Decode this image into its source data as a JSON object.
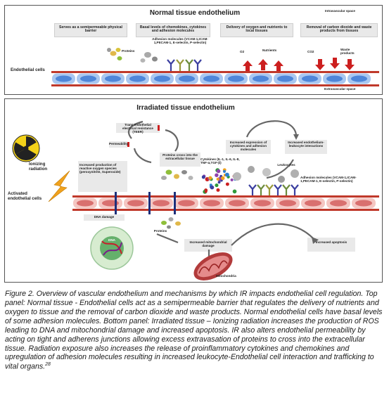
{
  "top_panel": {
    "title": "Normal tissue endothelium",
    "intravascular_label": "Intravascular space",
    "extravascular_label": "Extravascular space",
    "cells_label": "Endothelial cells",
    "boxes": [
      "Serves as a semipermeable physical barrier",
      "Basal levels of chemokines, cytokines and adhesion molecules",
      "Delivery of oxygen and nutrients to local tissues",
      "Removal of carbon dioxide and waste products from tissues"
    ],
    "labels": {
      "proteins": "Proteins",
      "adhesion": "Adhesion molecules (VCAM-1,ICAM-1,PECAM-1, E-selectin, P-selectin)",
      "o2": "O2",
      "nutrients": "Nutrients",
      "co2": "CO2",
      "waste": "Waste products"
    }
  },
  "bottom_panel": {
    "title": "Irradiated tissue endothelium",
    "ionizing": "Ionizing radiation",
    "activated": "Activated endothelial cells",
    "teer": "Trans endothelial electrical resistance (TEER)",
    "permeability": "Permeability",
    "proteins_cross": "Proteins cross into the extracellular tissue",
    "ros": "Increased production of reactive oxygen species (peroxynitrite, Superoxide)",
    "cytokines_expr": "Increased expression of cytokines and adhesion molecules",
    "leukocyte_inter": "Increased endothelium-leukocyte interactions",
    "cytokines": "Cytokines (IL-1, IL-6, IL-8, TNF-α,TGF-β)",
    "leukocytes": "Leukocytes",
    "adhesion": "Adhesion molecules (VCAM-1,ICAM-1,PECAM-1, E-selectin, P-selectin)",
    "dna_damage": "DNA damage",
    "proteins": "Proteins",
    "dna": "DNA",
    "mito_damage": "Increased mitochondrial damage",
    "apoptosis": "Increased apoptosis",
    "mitochondria": "Mitochondria"
  },
  "caption": {
    "text": "Figure 2.  Overview of vascular endothelium and mechanisms by which IR impacts endothelial cell regulation. Top panel: Normal tissue - Endothelial cells act as a semipermeable barrier that regulates the delivery of nutrients and oxygen to tissue and the removal of carbon dioxide and waste products. Normal endothelial cells have basal levels of some adhesion molecules. Bottom panel: Irradiated tissue – Ionizing radiation increases the production of ROS leading to DNA and mitochondrial damage and increased apoptosis. IR also alters endothelial permeability by acting on tight and adherens junctions allowing excess extravasation of proteins to cross into the extracellular tissue. Radiation exposure also increases the release of proinflammatory cytokines and chemokines and upregulation of adhesion molecules resulting in increased leukocyte-Endothelial cell interaction and trafficking to vital organs.",
    "ref": "28"
  },
  "colors": {
    "cell_fill": "#4f86d9",
    "cell_light": "#a9c7f0",
    "irradiated_cell": "#d9706f",
    "vessel_wall": "#c0392b",
    "arrow_red": "#cc1f1f",
    "box_gray": "#e9e9e9"
  }
}
